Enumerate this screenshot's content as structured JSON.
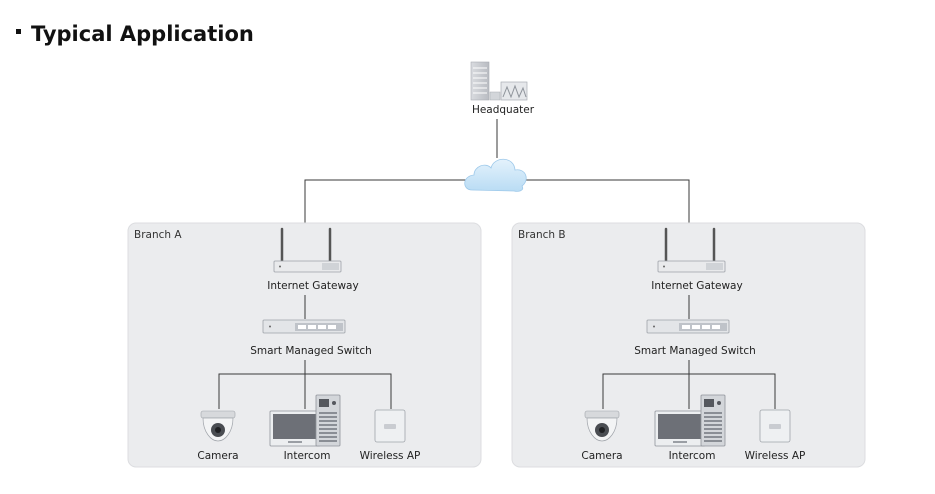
{
  "title": "Typical Application",
  "headquarter": {
    "label": "Headquater"
  },
  "branches": [
    {
      "name": "Branch A",
      "gateway_label": "Internet Gateway",
      "switch_label": "Smart Managed Switch",
      "devices": [
        {
          "label": "Camera"
        },
        {
          "label": "Intercom"
        },
        {
          "label": "Wireless AP"
        }
      ]
    },
    {
      "name": "Branch B",
      "gateway_label": "Internet Gateway",
      "switch_label": "Smart Managed Switch",
      "devices": [
        {
          "label": "Camera"
        },
        {
          "label": "Intercom"
        },
        {
          "label": "Wireless AP"
        }
      ]
    }
  ],
  "colors": {
    "branch_bg": "#ebecee",
    "branch_border": "#dcdde0",
    "line": "#3a3a3a",
    "cloud": "#cfe6f7",
    "cloud_edge": "#9ec9ea"
  }
}
